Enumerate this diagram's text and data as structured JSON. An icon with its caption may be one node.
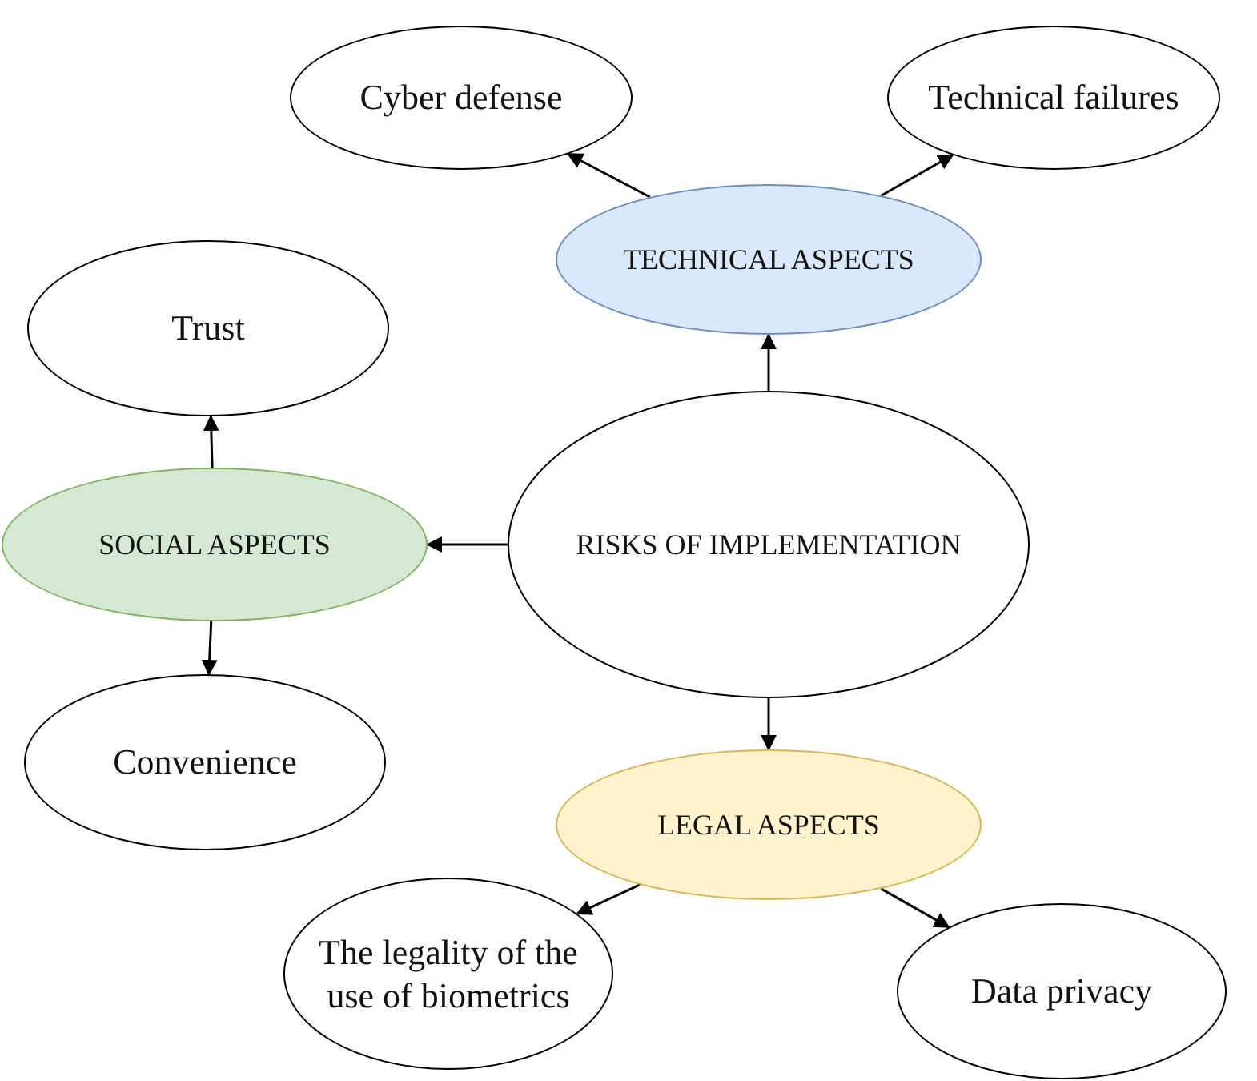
{
  "diagram": {
    "nodes": [
      {
        "text": [
          "Cyber defense"
        ]
      },
      {
        "text": [
          "Technical failures"
        ]
      },
      {
        "text": [
          "TECHNICAL ASPECTS"
        ]
      },
      {
        "text": [
          "Trust"
        ]
      },
      {
        "text": [
          "SOCIAL ASPECTS"
        ]
      },
      {
        "text": [
          "RISKS OF IMPLEMENTATION"
        ]
      },
      {
        "text": [
          "Convenience"
        ]
      },
      {
        "text": [
          "LEGAL ASPECTS"
        ]
      },
      {
        "text": [
          "The legality of the use of biometrics"
        ]
      },
      {
        "text": [
          "Data privacy"
        ]
      }
    ],
    "edges": [
      {
        "from": 5,
        "to": 2,
        "arrow": "to"
      },
      {
        "from": 5,
        "to": 4,
        "arrow": "to"
      },
      {
        "from": 5,
        "to": 7,
        "arrow": "to"
      },
      {
        "from": 2,
        "to": 0,
        "arrow": "to"
      },
      {
        "from": 2,
        "to": 1,
        "arrow": "to"
      },
      {
        "from": 4,
        "to": 3,
        "arrow": "to"
      },
      {
        "from": 4,
        "to": 6,
        "arrow": "to"
      },
      {
        "from": 7,
        "to": 8,
        "arrow": "to"
      },
      {
        "from": 7,
        "to": 9,
        "arrow": "to"
      }
    ]
  }
}
